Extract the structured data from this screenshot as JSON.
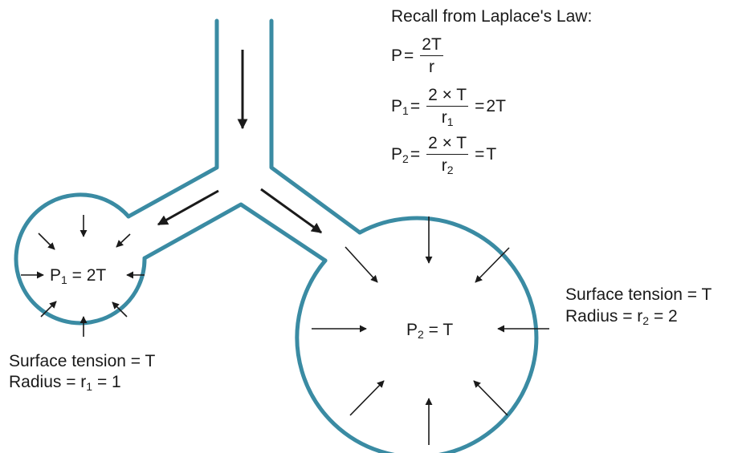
{
  "diagram": {
    "airway_color": "#3A8BA3",
    "arrow_color": "#1a1a1a",
    "recall": "Recall from Laplace's Law:",
    "formulas": {
      "general": {
        "lhs": "P",
        "eq": "=",
        "num": "2T",
        "den": "r"
      },
      "p1": {
        "lhs": "P",
        "lhs_sub": "1",
        "eq": "=",
        "num": "2 × T",
        "den": "r",
        "den_sub": "1",
        "eq2": "=",
        "rhs": "2T"
      },
      "p2": {
        "lhs": "P",
        "lhs_sub": "2",
        "eq": "=",
        "num": "2 × T",
        "den": "r",
        "den_sub": "2",
        "eq2": "=",
        "rhs": "T"
      }
    },
    "small_alveolus": {
      "pressure_label": "P",
      "pressure_sub": "1",
      "pressure_value": "= 2T",
      "surface_tension": "Surface tension = T",
      "radius_prefix": "Radius = r",
      "radius_sub": "1",
      "radius_value": "= 1"
    },
    "large_alveolus": {
      "pressure_label": "P",
      "pressure_sub": "2",
      "pressure_value": "= T",
      "surface_tension": "Surface tension = T",
      "radius_prefix": "Radius = r",
      "radius_sub": "2",
      "radius_value": "= 2"
    }
  }
}
